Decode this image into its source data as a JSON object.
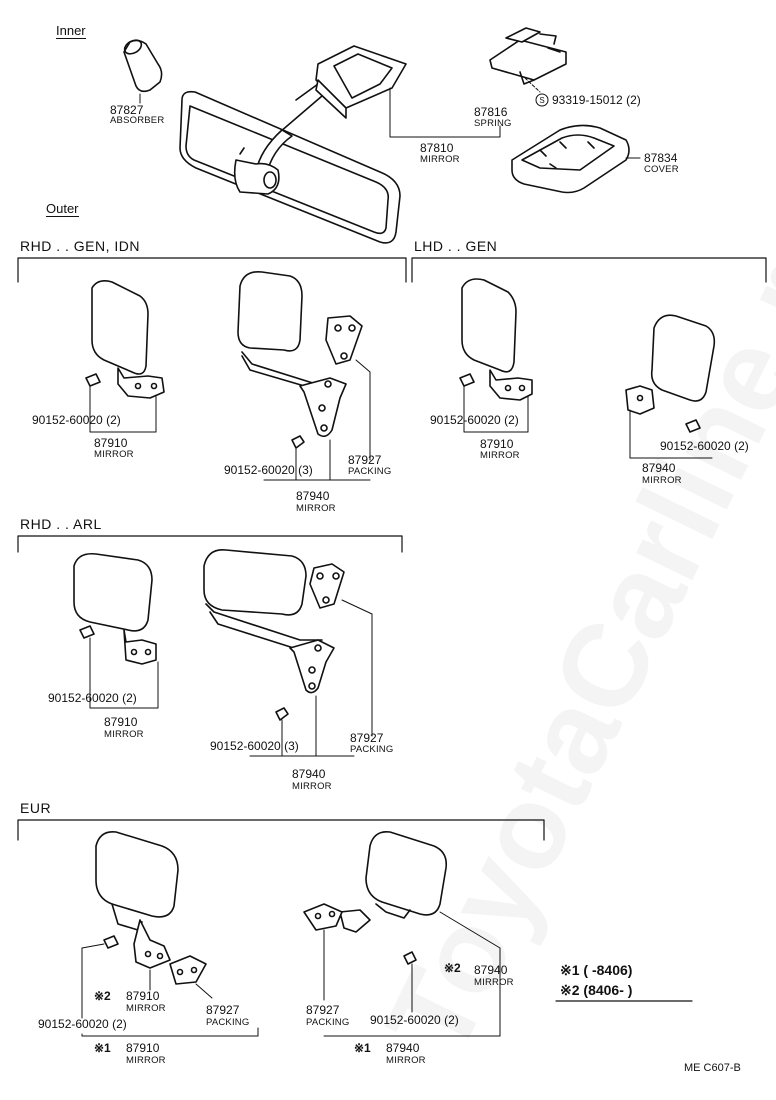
{
  "watermark": "ToyotaCarline.ru",
  "sections": {
    "inner": "Inner",
    "outer": "Outer",
    "rhd_gen": "RHD . . GEN, IDN",
    "lhd_gen": "LHD . . GEN",
    "rhd_arl": "RHD . . ARL",
    "eur": "EUR"
  },
  "inner": {
    "absorber": {
      "num": "87827",
      "name": "ABSORBER"
    },
    "spring": {
      "num": "87816",
      "name": "SPRING"
    },
    "clip": "93319-15012 (2)",
    "clip_symbol": "S",
    "mirror": {
      "num": "87810",
      "name": "MIRROR"
    },
    "cover": {
      "num": "87834",
      "name": "COVER"
    }
  },
  "rhd_gen": {
    "screw_a": "90152-60020 (2)",
    "mirror_a": {
      "num": "87910",
      "name": "MIRROR"
    },
    "screw_b": "90152-60020 (3)",
    "packing": {
      "num": "87927",
      "name": "PACKING"
    },
    "mirror_b": {
      "num": "87940",
      "name": "MIRROR"
    }
  },
  "lhd_gen": {
    "screw_a": "90152-60020 (2)",
    "mirror_a": {
      "num": "87910",
      "name": "MIRROR"
    },
    "screw_b": "90152-60020 (2)",
    "mirror_b": {
      "num": "87940",
      "name": "MIRROR"
    }
  },
  "rhd_arl": {
    "screw_a": "90152-60020 (2)",
    "mirror_a": {
      "num": "87910",
      "name": "MIRROR"
    },
    "screw_b": "90152-60020 (3)",
    "packing": {
      "num": "87927",
      "name": "PACKING"
    },
    "mirror_b": {
      "num": "87940",
      "name": "MIRROR"
    }
  },
  "eur": {
    "left_mirror2": {
      "mark": "※2",
      "num": "87910",
      "name": "MIRROR"
    },
    "left_packing": {
      "num": "87927",
      "name": "PACKING"
    },
    "left_screw": "90152-60020 (2)",
    "left_mirror1": {
      "mark": "※1",
      "num": "87910",
      "name": "MIRROR"
    },
    "right_mirror2": {
      "mark": "※2",
      "num": "87940",
      "name": "MIRROR"
    },
    "right_packing": {
      "num": "87927",
      "name": "PACKING"
    },
    "right_screw": "90152-60020 (2)",
    "right_mirror1": {
      "mark": "※1",
      "num": "87940",
      "name": "MIRROR"
    }
  },
  "notes": {
    "n1": "※1 (        -8406)",
    "n2": "※2 (8406-        )"
  },
  "footer": "ME  C607-B"
}
